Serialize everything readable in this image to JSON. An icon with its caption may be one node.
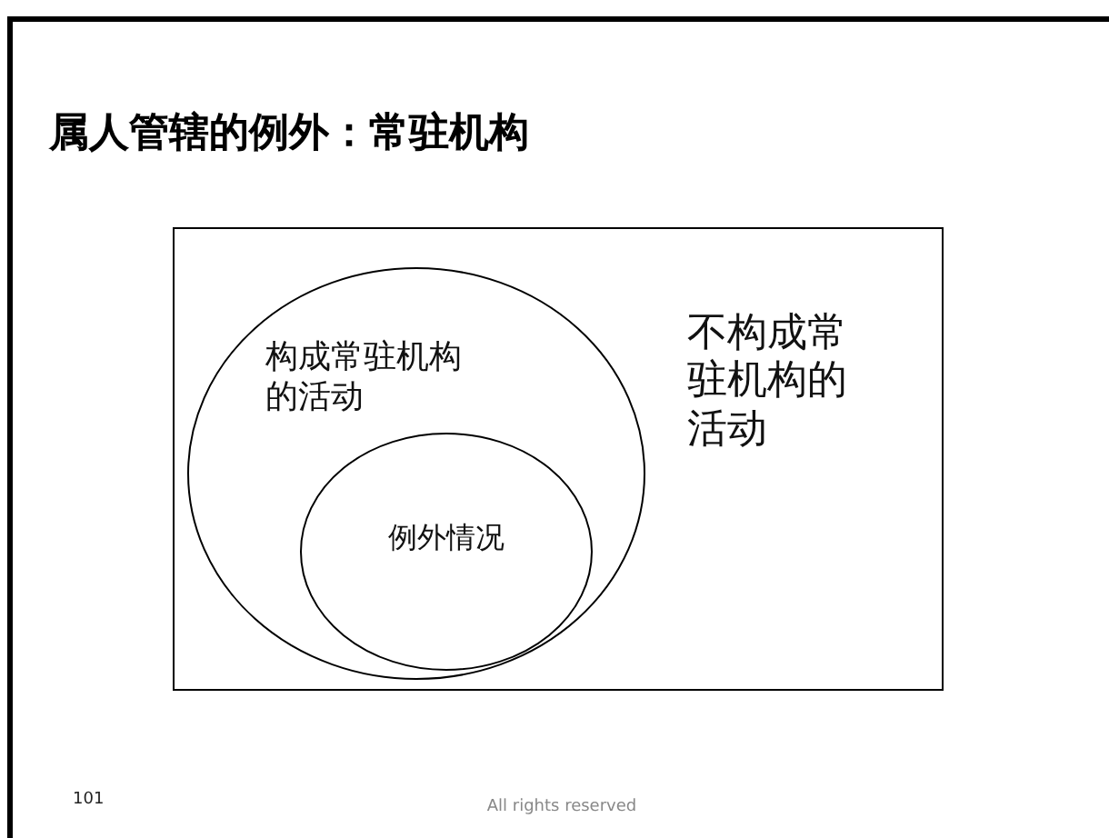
{
  "diagram": {
    "title": "属人管辖的例外：常驻机构",
    "nodes": [
      {
        "text": [
          "不构成常驻机构的活动"
        ]
      },
      {
        "text": [
          "构成常驻机构的活动"
        ],
        "in": 0
      },
      {
        "text": [
          "例外情况"
        ],
        "in": 1
      }
    ],
    "labels": [
      "101",
      "All rights reserved"
    ]
  }
}
